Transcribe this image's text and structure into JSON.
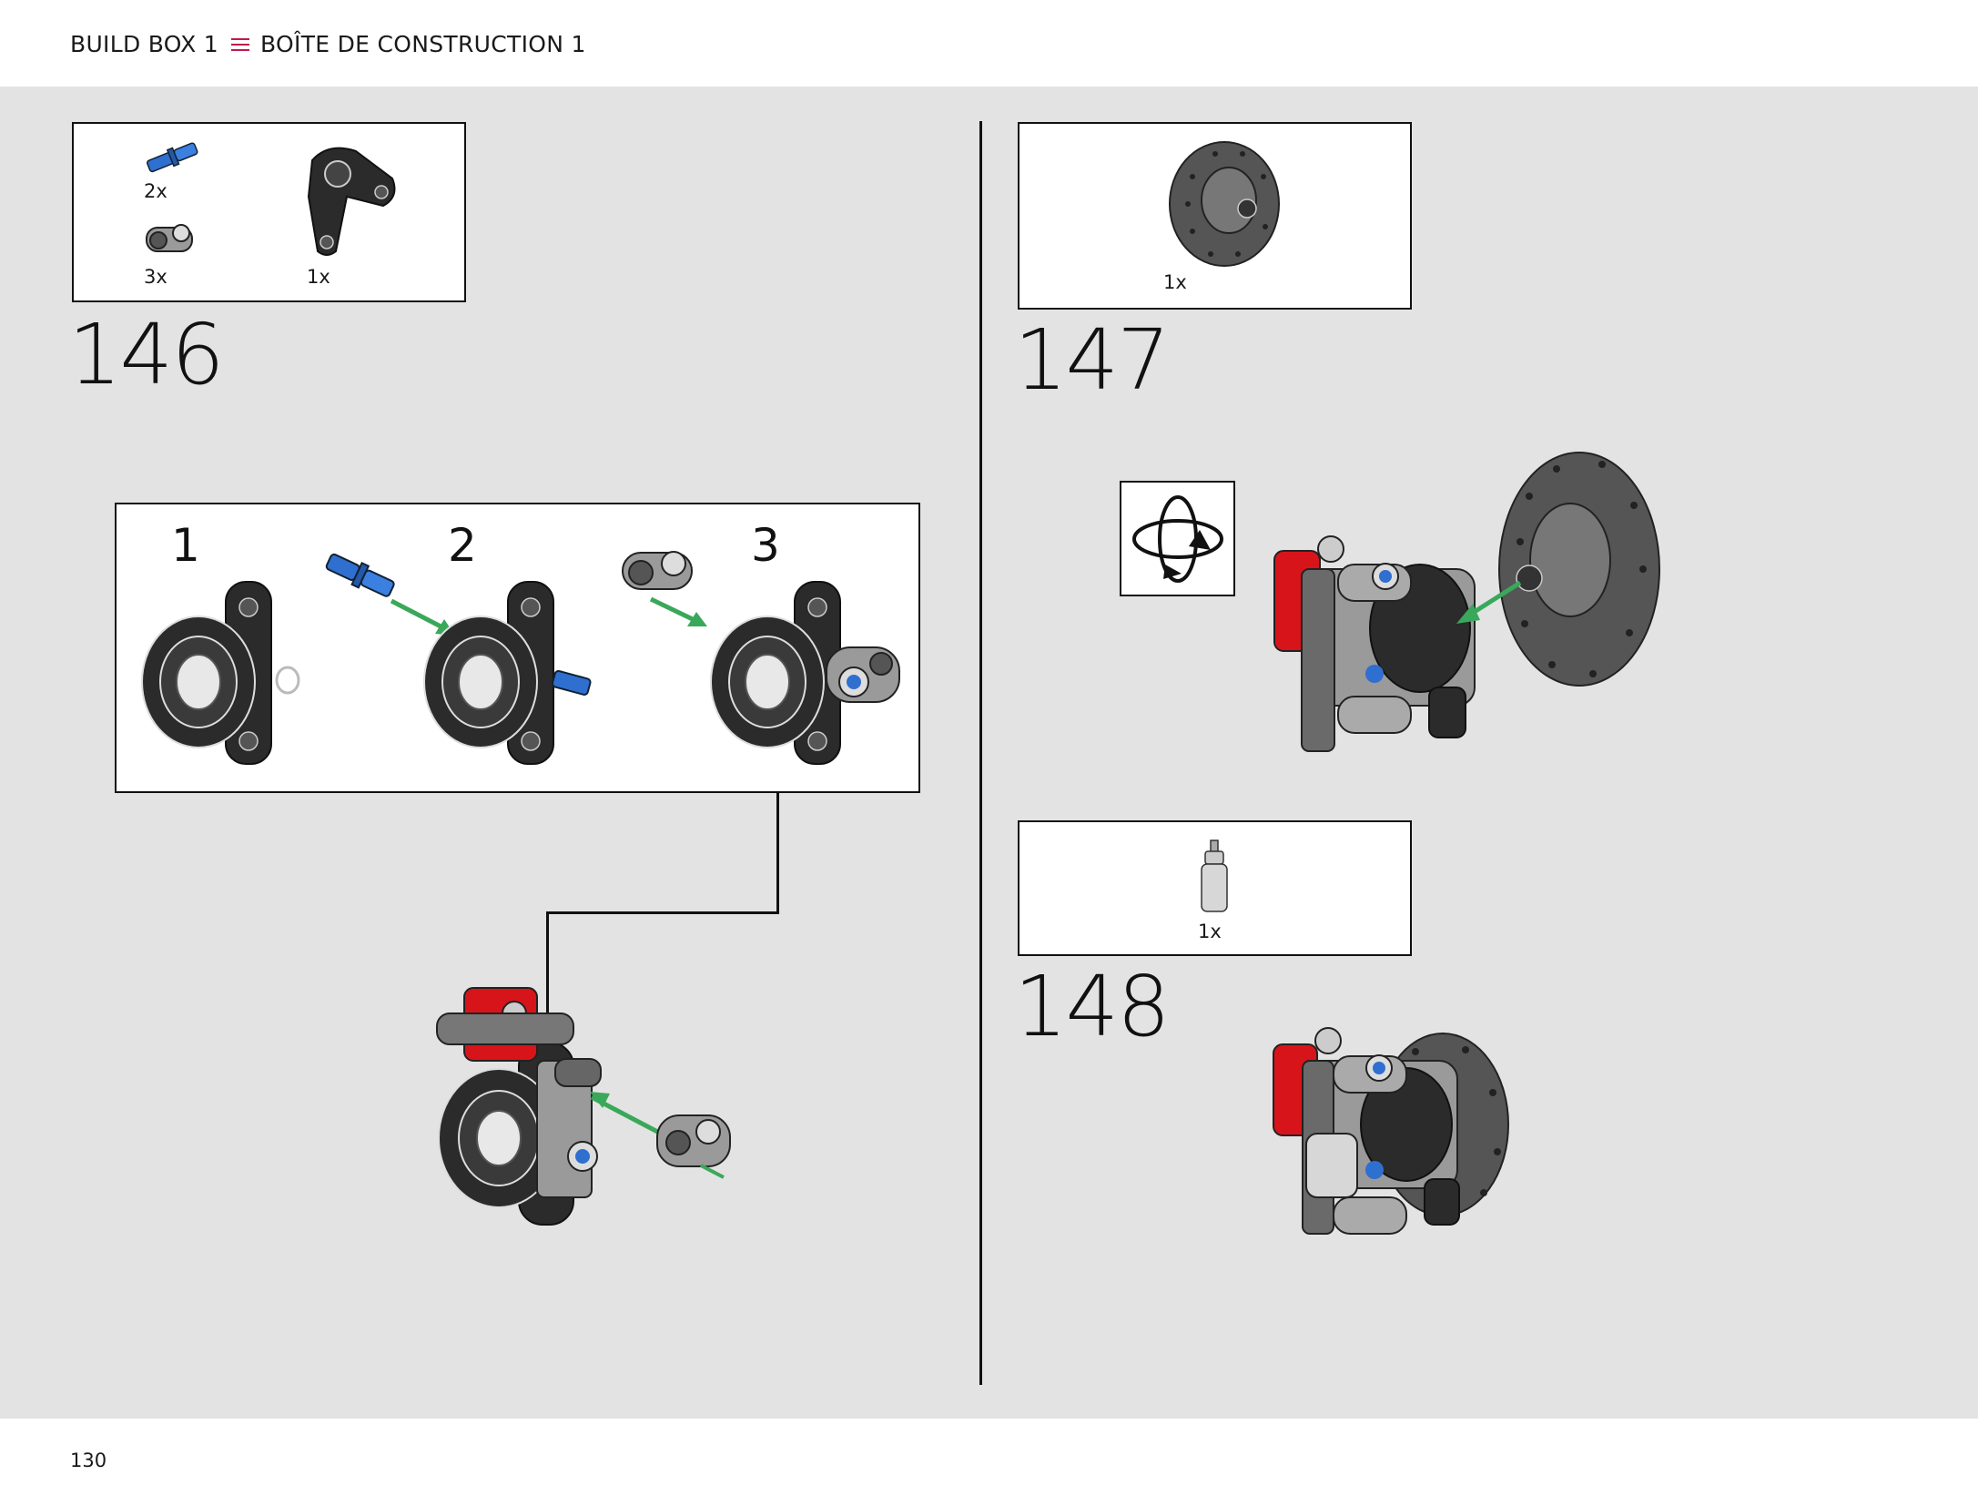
{
  "header": {
    "left_text": "BUILD BOX 1",
    "right_text": "BOÎTE DE CONSTRUCTION 1",
    "accent_color": "#c0194b"
  },
  "page_number": "130",
  "steps": [
    {
      "number": "146",
      "parts": [
        {
          "icon": "blue-axle-pin-icon",
          "qty": "2x"
        },
        {
          "icon": "cross-block-icon",
          "qty": "3x"
        },
        {
          "icon": "steering-knuckle-icon",
          "qty": "1x"
        }
      ],
      "substeps": [
        "1",
        "2",
        "3"
      ]
    },
    {
      "number": "147",
      "parts": [
        {
          "icon": "brake-disc-icon",
          "qty": "1x"
        }
      ],
      "callout_icon": "rotate-model-icon"
    },
    {
      "number": "148",
      "parts": [
        {
          "icon": "shock-absorber-small-icon",
          "qty": "1x"
        }
      ]
    }
  ],
  "colors": {
    "background": "#e3e3e3",
    "part_dark": "#2b2b2b",
    "part_blue": "#2f6fd0",
    "part_red": "#d8141b",
    "arrow_green": "#3aa85a"
  }
}
